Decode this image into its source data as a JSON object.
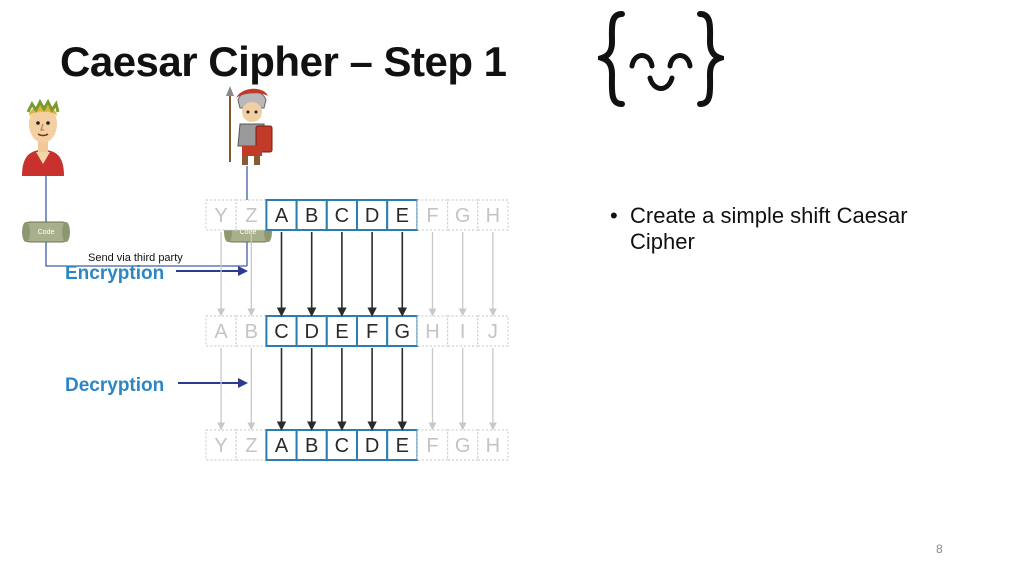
{
  "slide": {
    "title": "Caesar Cipher – Step 1",
    "bullet": "Create a simple shift Caesar Cipher",
    "page_number": "8"
  },
  "diagram": {
    "labels": {
      "encryption": "Encryption",
      "decryption": "Decryption",
      "transport": "Send via third party"
    },
    "scroll_label": "Code",
    "rows": [
      {
        "name": "plaintext-row",
        "letters": [
          "Y",
          "Z",
          "A",
          "B",
          "C",
          "D",
          "E",
          "F",
          "G",
          "H"
        ],
        "highlight": [
          2,
          3,
          4,
          5,
          6
        ]
      },
      {
        "name": "ciphertext-row",
        "letters": [
          "A",
          "B",
          "C",
          "D",
          "E",
          "F",
          "G",
          "H",
          "I",
          "J"
        ],
        "highlight": [
          2,
          3,
          4,
          5,
          6
        ]
      },
      {
        "name": "decrypted-row",
        "letters": [
          "Y",
          "Z",
          "A",
          "B",
          "C",
          "D",
          "E",
          "F",
          "G",
          "H"
        ],
        "highlight": [
          2,
          3,
          4,
          5,
          6
        ]
      }
    ],
    "shift": 2
  },
  "colors": {
    "highlight_border": "#2b7fb0",
    "faded": "#cfcfcf",
    "label_blue": "#2d86c4",
    "arrow_navy": "#2e3a8c",
    "line": "#3f5fa8"
  },
  "icons": [
    "caesar-avatar",
    "roman-soldier-avatar",
    "scroll-icon",
    "face-logo-icon"
  ]
}
